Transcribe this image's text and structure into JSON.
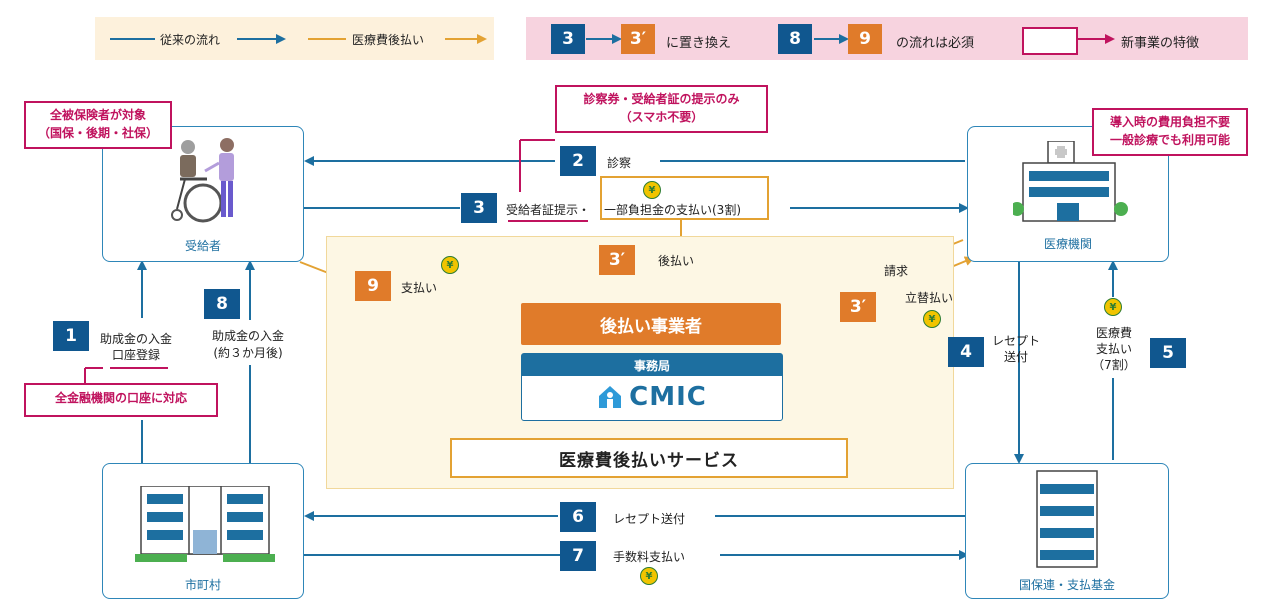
{
  "legend": {
    "conventional_flow": "従来の流れ",
    "medical_deferred": "医療費後払い",
    "replace_a": "3",
    "replace_b": "3′",
    "replace_text": "に置き換え",
    "required_a": "8",
    "required_b": "9",
    "required_text": "の流れは必須",
    "new_feature": "新事業の特徴"
  },
  "nodes": {
    "recipient": "受給者",
    "hospital": "医療機関",
    "municipality": "市町村",
    "fund": "国保連・支払基金"
  },
  "callouts": {
    "all_insured": [
      "全被保険者が対象",
      "（国保・後期・社保）"
    ],
    "ticket_only": [
      "診察券・受給者証の提示のみ",
      "（スマホ不要）"
    ],
    "no_cost": [
      "導入時の費用負担不要",
      "一般診療でも利用可能"
    ],
    "all_banks": "全金融機関の口座に対応"
  },
  "steps": {
    "s1": "1",
    "s1_label": [
      "助成金の入金",
      "口座登録"
    ],
    "s2": "2",
    "s2_label": "診察",
    "s3": "3",
    "s3_label_a": "受給者証提示・",
    "s3_label_b": "一部負担金の支払い(3割)",
    "s3p_a": "3′",
    "s3p_a_label": "後払い",
    "s3p_b": "3′",
    "s3p_b_label_claim": "請求",
    "s3p_b_label_adv": "立替払い",
    "s4": "4",
    "s4_label": [
      "レセプト",
      "送付"
    ],
    "s5": "5",
    "s5_label": [
      "医療費",
      "支払い",
      "（7割）"
    ],
    "s6": "6",
    "s6_label": "レセプト送付",
    "s7": "7",
    "s7_label": "手数料支払い",
    "s8": "8",
    "s8_label": [
      "助成金の入金",
      "(約３か月後)"
    ],
    "s9": "9",
    "s9_label": "支払い"
  },
  "center": {
    "pay_company": "後払い事業者",
    "office_head": "事務局",
    "office_logo": "CMIC",
    "service_name": "医療費後払いサービス"
  },
  "yen_symbol": "¥",
  "colors": {
    "blue": "#10578f",
    "orange": "#e07b2a",
    "magenta": "#c0135e",
    "line_blue": "#1d6fa0"
  }
}
